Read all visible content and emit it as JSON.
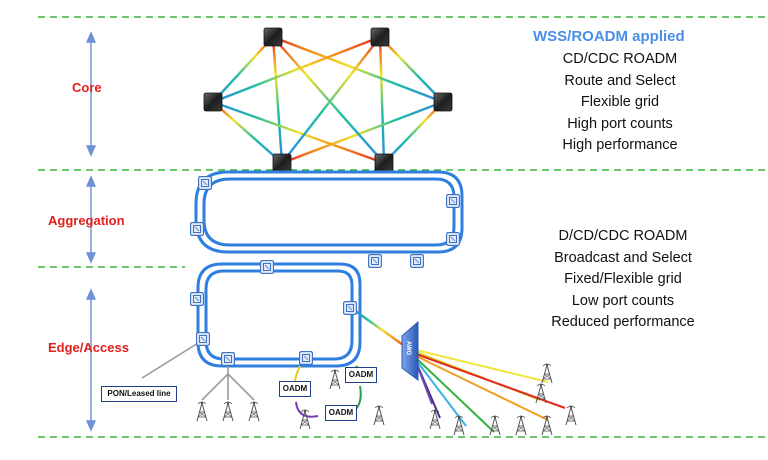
{
  "tiers": {
    "core": "Core",
    "aggregation": "Aggregation",
    "edge": "Edge/Access"
  },
  "core_panel": {
    "header": "WSS/ROADM applied",
    "features": [
      "CD/CDC ROADM",
      "Route and Select",
      "Flexible grid",
      "High port counts",
      "High performance"
    ]
  },
  "edge_panel": {
    "features": [
      "D/CD/CDC ROADM",
      "Broadcast and Select",
      "Fixed/Flexible grid",
      "Low port counts",
      "Reduced performance"
    ]
  },
  "nodes": {
    "oadm": "OADM",
    "pon": "PON/Leased line",
    "awg": "AWG"
  },
  "colors": {
    "divider": "#3cb43c",
    "tier_label": "#e0201b",
    "header": "#4a8ee8",
    "ring_gradient": [
      "#2e86e8",
      "#20c0a0",
      "#f2e22a",
      "#f28a1c",
      "#e42222"
    ],
    "awg_fiber": [
      "#f0e640",
      "#d4d020",
      "#e02a1c",
      "#f0a020",
      "#36b040",
      "#38b4e0",
      "#4a2a8a",
      "#6a4ab0"
    ]
  }
}
